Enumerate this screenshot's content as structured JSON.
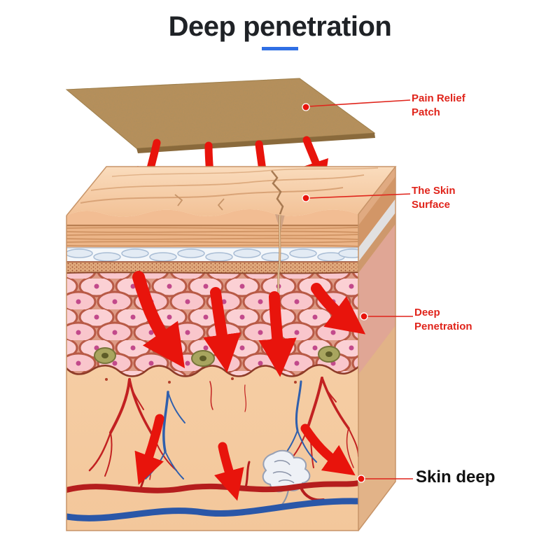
{
  "title": {
    "text": "Deep penetration"
  },
  "callouts": {
    "patch": {
      "line1": "Pain Relief",
      "line2": "Patch"
    },
    "skin_surface": {
      "line1": "The Skin",
      "line2": "Surface"
    },
    "deep_penetration": {
      "line1": "Deep",
      "line2": "Penetration"
    },
    "skin_deep": {
      "text": "Skin deep"
    }
  },
  "icons": {
    "penetration_arrows": "red-down-arrow-icon",
    "callout_markers": "red-dot-icon"
  },
  "colors": {
    "background": "#ffffff",
    "title_text": "#1f2226",
    "underline_blue": "#2f6fe4",
    "label_red": "#e0241b",
    "arrow_red": "#e8140c",
    "patch_tan": "#b9905a",
    "skin_peach": "#f2bd93",
    "cell_pink": "#fbd0d4",
    "artery_red": "#c22121",
    "vein_blue": "#2f5fad",
    "skin_deep_text": "#111111"
  }
}
